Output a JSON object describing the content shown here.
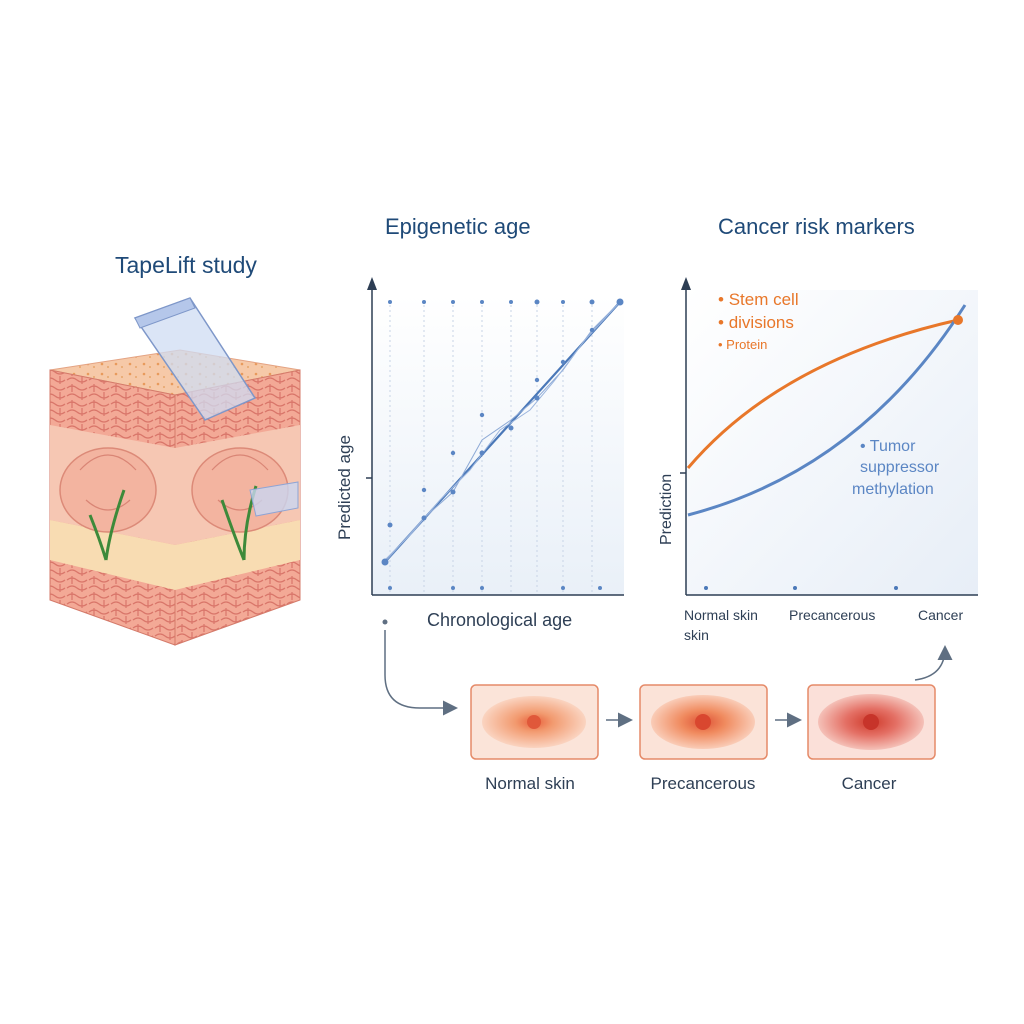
{
  "study": {
    "title": "TapeLift study"
  },
  "epigenetic": {
    "title": "Epigenetic age",
    "ylabel": "Predicted age",
    "xlabel": "Chronological age"
  },
  "risk": {
    "title": "Cancer risk markers",
    "ylabel": "Prediction",
    "legend_orange_1": "Stem cell",
    "legend_orange_2": "divisions",
    "legend_orange_3": "Protein",
    "legend_blue_1": "Tumor",
    "legend_blue_2": "suppressor",
    "legend_blue_3": "methylation",
    "x_ticks": [
      "Normal skin",
      "Precancerous",
      "Cancer"
    ],
    "x_tick_extra": "skin"
  },
  "progression": {
    "stages": [
      "Normal skin",
      "Precancerous",
      "Cancer"
    ]
  },
  "colors": {
    "title": "#1f4a78",
    "orange": "#e8772a",
    "blue": "#5b86c4",
    "skin": "#f2a38f"
  }
}
